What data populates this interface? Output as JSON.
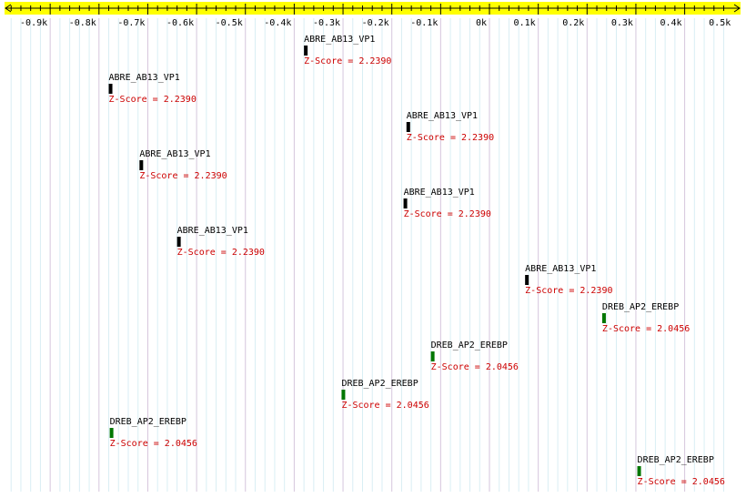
{
  "ruler": {
    "ticks": [
      {
        "label": "-0.9k",
        "pos": -900
      },
      {
        "label": "-0.8k",
        "pos": -800
      },
      {
        "label": "-0.7k",
        "pos": -700
      },
      {
        "label": "-0.6k",
        "pos": -600
      },
      {
        "label": "-0.5k",
        "pos": -500
      },
      {
        "label": "-0.4k",
        "pos": -400
      },
      {
        "label": "-0.3k",
        "pos": -300
      },
      {
        "label": "-0.2k",
        "pos": -200
      },
      {
        "label": "-0.1k",
        "pos": -100
      },
      {
        "label": "0k",
        "pos": 0
      },
      {
        "label": "0.1k",
        "pos": 100
      },
      {
        "label": "0.2k",
        "pos": 200
      },
      {
        "label": "0.3k",
        "pos": 300
      },
      {
        "label": "0.4k",
        "pos": 400
      },
      {
        "label": "0.5k",
        "pos": 500
      }
    ],
    "range": [
      -1000,
      500
    ],
    "bar_color": "#ffff00"
  },
  "sites": [
    {
      "name": "ABRE_AB13_VP1",
      "score": "Z-Score = 2.2390",
      "pos": -380,
      "color": "#000000"
    },
    {
      "name": "ABRE_AB13_VP1",
      "score": "Z-Score = 2.2390",
      "pos": -780,
      "color": "#000000"
    },
    {
      "name": "ABRE_AB13_VP1",
      "score": "Z-Score = 2.2390",
      "pos": -170,
      "color": "#000000"
    },
    {
      "name": "ABRE_AB13_VP1",
      "score": "Z-Score = 2.2390",
      "pos": -717,
      "color": "#000000"
    },
    {
      "name": "ABRE_AB13_VP1",
      "score": "Z-Score = 2.2390",
      "pos": -176,
      "color": "#000000"
    },
    {
      "name": "ABRE_AB13_VP1",
      "score": "Z-Score = 2.2390",
      "pos": -640,
      "color": "#000000"
    },
    {
      "name": "ABRE_AB13_VP1",
      "score": "Z-Score = 2.2390",
      "pos": 73,
      "color": "#000000"
    },
    {
      "name": "DREB_AP2_EREBP",
      "score": "Z-Score = 2.0456",
      "pos": 231,
      "color": "#007700"
    },
    {
      "name": "DREB_AP2_EREBP",
      "score": "Z-Score = 2.0456",
      "pos": -120,
      "color": "#007700"
    },
    {
      "name": "DREB_AP2_EREBP",
      "score": "Z-Score = 2.0456",
      "pos": -303,
      "color": "#007700"
    },
    {
      "name": "DREB_AP2_EREBP",
      "score": "Z-Score = 2.0456",
      "pos": -778,
      "color": "#007700"
    },
    {
      "name": "DREB_AP2_EREBP",
      "score": "Z-Score = 2.0456",
      "pos": 303,
      "color": "#007700"
    }
  ]
}
